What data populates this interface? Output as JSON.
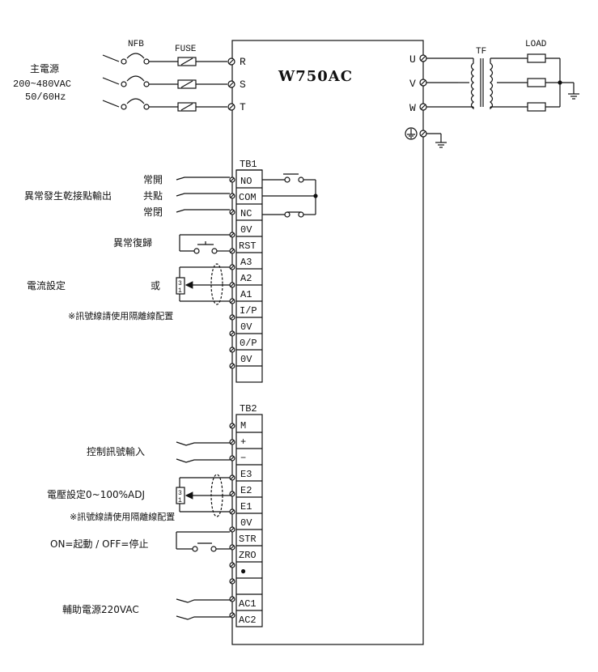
{
  "device": {
    "model": "W750AC"
  },
  "power_input": {
    "label_main": "主電源",
    "label_voltage": "200~480VAC",
    "label_freq": "50/60Hz",
    "nfb_label": "NFB",
    "fuse_label": "FUSE",
    "phases": [
      "R",
      "S",
      "T"
    ]
  },
  "power_output": {
    "phases": [
      "U",
      "V",
      "W"
    ],
    "transformer_label": "TF",
    "load_label": "LOAD"
  },
  "tb1": {
    "title": "TB1",
    "terminals": [
      "NO",
      "COM",
      "NC",
      "0V",
      "RST",
      "A3",
      "A2",
      "A1",
      "I/P",
      "0V",
      "0/P",
      "0V"
    ],
    "relay_output_label": "異常發生乾接點輸出",
    "relay_no_label": "常開",
    "relay_com_label": "共點",
    "relay_nc_label": "常閉",
    "reset_label": "異常復歸",
    "current_setting_label": "電流設定",
    "or_label": "或",
    "shield_note": "※訊號線請使用隔離線配置",
    "pot_label_3": "3",
    "pot_label_1": "1"
  },
  "tb2": {
    "title": "TB2",
    "terminals": [
      "M",
      "+",
      "−",
      "E3",
      "E2",
      "E1",
      "0V",
      "STR",
      "ZRO",
      "●",
      "AC1",
      "AC2"
    ],
    "control_input_label": "控制訊號輸入",
    "voltage_setting_label": "電壓設定0~100%ADJ",
    "shield_note": "※訊號線請使用隔離線配置",
    "start_stop_label": "ON=起動 / OFF=停止",
    "aux_power_label": "輔助電源220VAC",
    "pot_label_3": "3",
    "pot_label_1": "1"
  }
}
